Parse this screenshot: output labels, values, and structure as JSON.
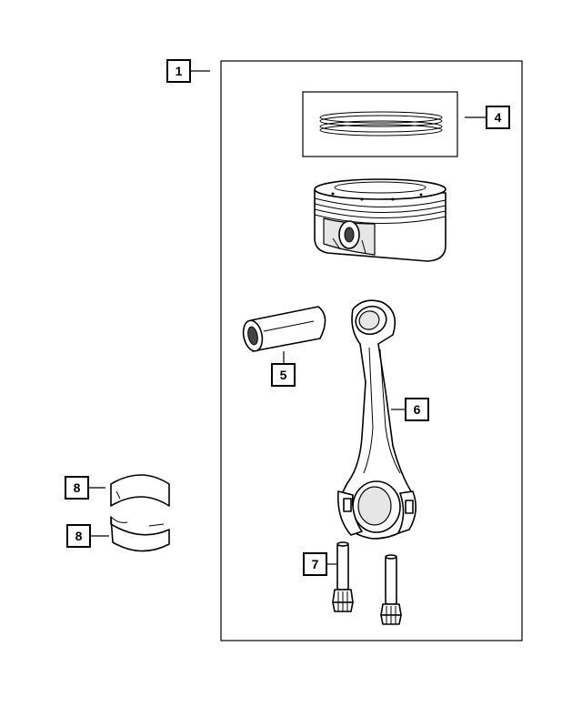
{
  "callouts": [
    {
      "id": "assembly",
      "label": "1"
    },
    {
      "id": "piston-rings",
      "label": "4"
    },
    {
      "id": "piston-pin",
      "label": "5"
    },
    {
      "id": "connecting-rod",
      "label": "6"
    },
    {
      "id": "rod-bolts",
      "label": "7"
    },
    {
      "id": "bearing-upper",
      "label": "8"
    },
    {
      "id": "bearing-lower",
      "label": "8"
    }
  ]
}
